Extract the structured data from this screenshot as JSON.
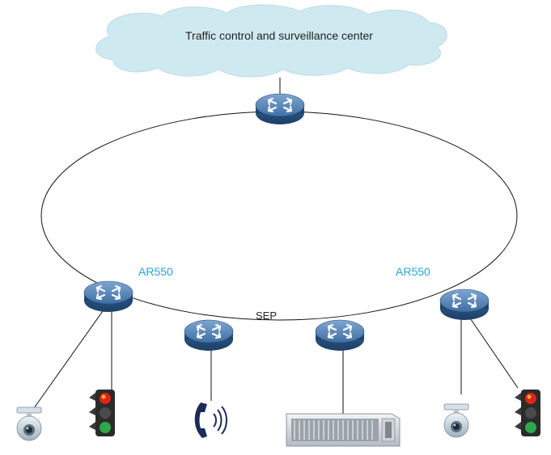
{
  "diagram": {
    "cloud": {
      "label": "Traffic control and surveillance center"
    },
    "ring_protocol_label": "SEP",
    "routers": [
      {
        "id": "core",
        "label": ""
      },
      {
        "id": "left",
        "label": "AR550"
      },
      {
        "id": "right",
        "label": "AR550"
      },
      {
        "id": "mid-left",
        "label": ""
      },
      {
        "id": "mid-right",
        "label": ""
      }
    ],
    "endpoints": [
      {
        "type": "camera-icon"
      },
      {
        "type": "traffic-light-icon"
      },
      {
        "type": "wireless-phone-icon"
      },
      {
        "type": "server-rack-icon"
      },
      {
        "type": "camera-icon"
      },
      {
        "type": "traffic-light-icon"
      }
    ],
    "colors": {
      "router_body": "#2d5c8e",
      "router_top": "#6f9ac8",
      "cloud_fill": "#cfe9f0",
      "label_accent": "#2aa3d6",
      "traffic_red": "#e0231a",
      "traffic_yellow": "#f2b233",
      "traffic_green": "#2fa84a"
    }
  }
}
